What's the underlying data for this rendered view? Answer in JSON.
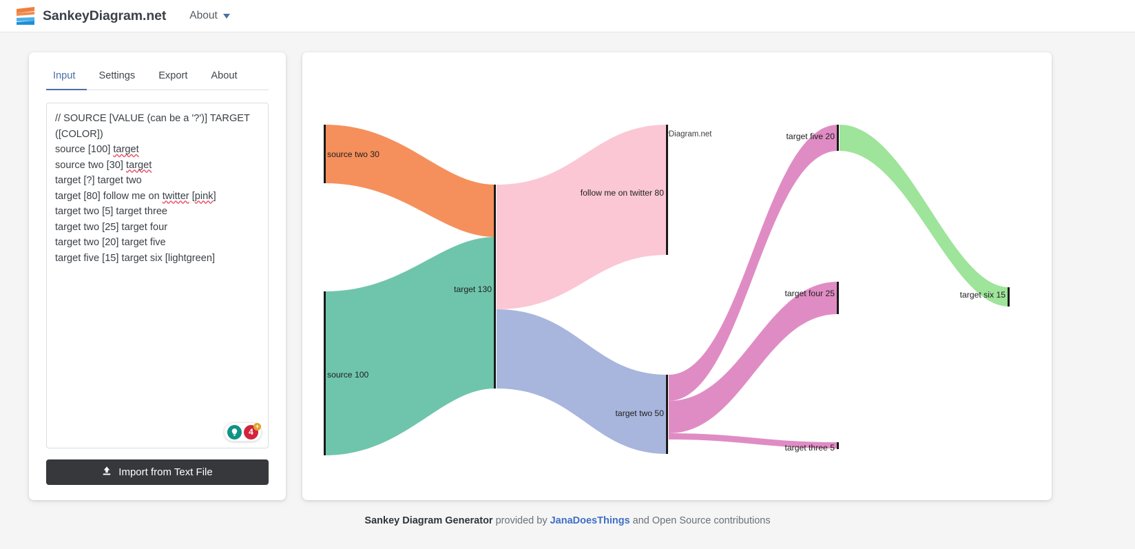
{
  "navbar": {
    "brand": "SankeyDiagram.net",
    "logo_icon": "sankey-logo-icon",
    "menu": [
      {
        "label": "About",
        "icon": "chevron-down-icon"
      }
    ],
    "colors": {
      "logo_orange": "#f07f3c",
      "logo_blue": "#2d9ce0",
      "caret": "#4a6fa5"
    }
  },
  "left_panel": {
    "tabs": [
      {
        "label": "Input",
        "active": true
      },
      {
        "label": "Settings",
        "active": false
      },
      {
        "label": "Export",
        "active": false
      },
      {
        "label": "About",
        "active": false
      }
    ],
    "editor": {
      "lines": [
        "// SOURCE [VALUE (can be a '?')] TARGET ([COLOR])",
        "source [100] target",
        "source two [30] target",
        "target [?] target two",
        "target [80] follow me on twitter [pink]",
        "target two [5] target three",
        "target two [25] target four",
        "target two [20] target five",
        "target five [15] target six [lightgreen]"
      ],
      "misspelled_words": [
        "target",
        "twitter",
        "pink"
      ]
    },
    "extension_badge": {
      "green_icon": "lightbulb-icon",
      "red_count": "4",
      "plus_badge": "+",
      "colors": {
        "green": "#0e9384",
        "red": "#d3243c",
        "plus": "#e2a22c"
      }
    },
    "import_button": {
      "label": "Import from Text File",
      "icon": "upload-icon"
    }
  },
  "chart_data": {
    "type": "sankey",
    "title": "SankeyDiagram.net",
    "nodes": [
      {
        "id": "source",
        "label": "source 100",
        "value": 100,
        "column": 0,
        "color": "#6fc5ab"
      },
      {
        "id": "source_two",
        "label": "source two 30",
        "value": 30,
        "column": 0,
        "color": "#f5905c"
      },
      {
        "id": "target",
        "label": "target 130",
        "value": 130,
        "column": 1,
        "color": "#000000"
      },
      {
        "id": "follow_me_on_twitter",
        "label": "follow me on twitter 80",
        "value": 80,
        "column": 2,
        "color": "#fbc7d4"
      },
      {
        "id": "target_two",
        "label": "target two 50",
        "value": 50,
        "column": 2,
        "color": "#a8b6dd"
      },
      {
        "id": "target_five",
        "label": "target five 20",
        "value": 20,
        "column": 3,
        "color": "#e08cc4"
      },
      {
        "id": "target_four",
        "label": "target four 25",
        "value": 25,
        "column": 3,
        "color": "#e08cc4"
      },
      {
        "id": "target_three",
        "label": "target three 5",
        "value": 5,
        "column": 3,
        "color": "#e08cc4"
      },
      {
        "id": "target_six",
        "label": "target six 15",
        "value": 15,
        "column": 4,
        "color": "#9ee49a"
      }
    ],
    "links": [
      {
        "source": "source",
        "target": "target",
        "value": 100,
        "color": "#6fc5ab"
      },
      {
        "source": "source_two",
        "target": "target",
        "value": 30,
        "color": "#f5905c"
      },
      {
        "source": "target",
        "target": "follow_me_on_twitter",
        "value": 80,
        "color": "#fbc7d4"
      },
      {
        "source": "target",
        "target": "target_two",
        "value": 50,
        "color": "#a8b6dd"
      },
      {
        "source": "target_two",
        "target": "target_five",
        "value": 20,
        "color": "#e08cc4"
      },
      {
        "source": "target_two",
        "target": "target_four",
        "value": 25,
        "color": "#e08cc4"
      },
      {
        "source": "target_two",
        "target": "target_three",
        "value": 5,
        "color": "#e08cc4"
      },
      {
        "source": "target_five",
        "target": "target_six",
        "value": 15,
        "color": "#9ee49a"
      }
    ],
    "labels": [
      "source two 30",
      "source 100",
      "target 130",
      "follow me on twitter 80",
      "target two 50",
      "target five 20",
      "target four 25",
      "target three 5",
      "target six 15"
    ]
  },
  "footer": {
    "prefix": "Sankey Diagram Generator",
    "mid": " provided by ",
    "link": "JanaDoesThings",
    "suffix": " and Open Source contributions"
  }
}
